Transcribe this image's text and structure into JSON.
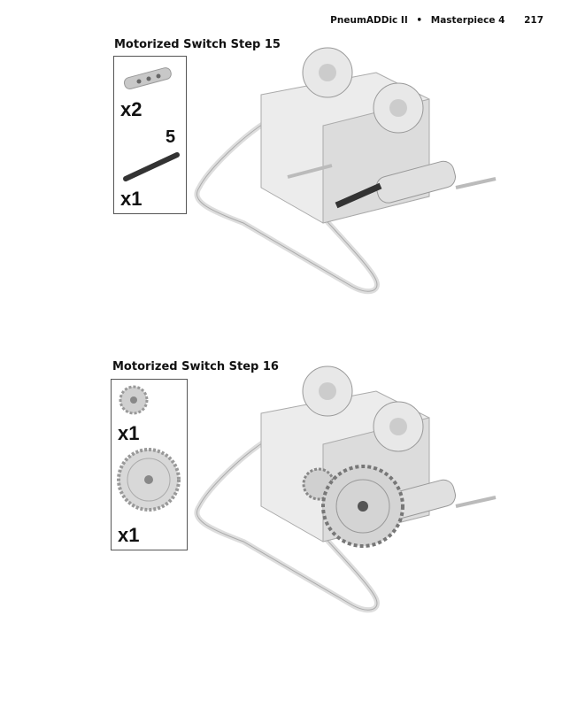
{
  "header": {
    "book": "PneumADDic II",
    "bullet": "•",
    "chapter": "Masterpiece 4",
    "page_number": "217"
  },
  "steps": [
    {
      "title": "Motorized Switch Step 15",
      "parts": [
        {
          "name": "beam-3",
          "qty": "x2"
        },
        {
          "name": "axle-5",
          "length": "5",
          "qty": "x1"
        }
      ]
    },
    {
      "title": "Motorized Switch Step 16",
      "parts": [
        {
          "name": "gear-small",
          "qty": "x1"
        },
        {
          "name": "gear-40",
          "qty": "x1"
        }
      ]
    }
  ]
}
